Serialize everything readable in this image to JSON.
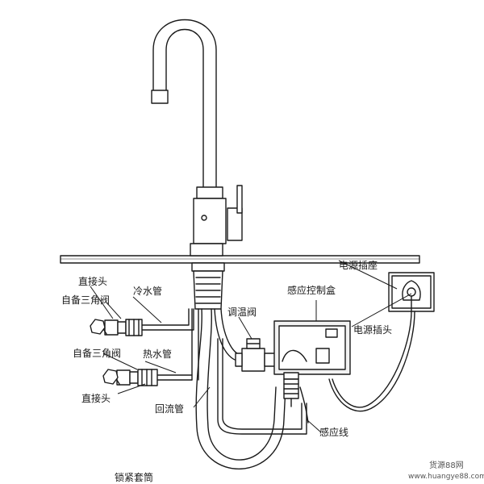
{
  "labels": {
    "direct_connector_1": "直接头",
    "spare_valve_1": "自备三角阀",
    "cold_pipe": "冷水管",
    "spare_valve_2": "自备三角阀",
    "hot_pipe": "热水管",
    "direct_connector_2": "直接头",
    "return_pipe": "回流管",
    "lock_sleeve": "锁紧套筒",
    "temp_valve": "调温阀",
    "control_box": "感应控制盒",
    "power_socket": "电源插座",
    "power_plug": "电源插头",
    "sensor_wire": "感应线"
  },
  "watermark": {
    "line1": "货源88网",
    "line2": "www.huangye88.com"
  },
  "colors": {
    "line": "#1a1a1a",
    "fill": "#ffffff",
    "box_fill": "#f2f2f2",
    "text": "#1a1a1a"
  }
}
